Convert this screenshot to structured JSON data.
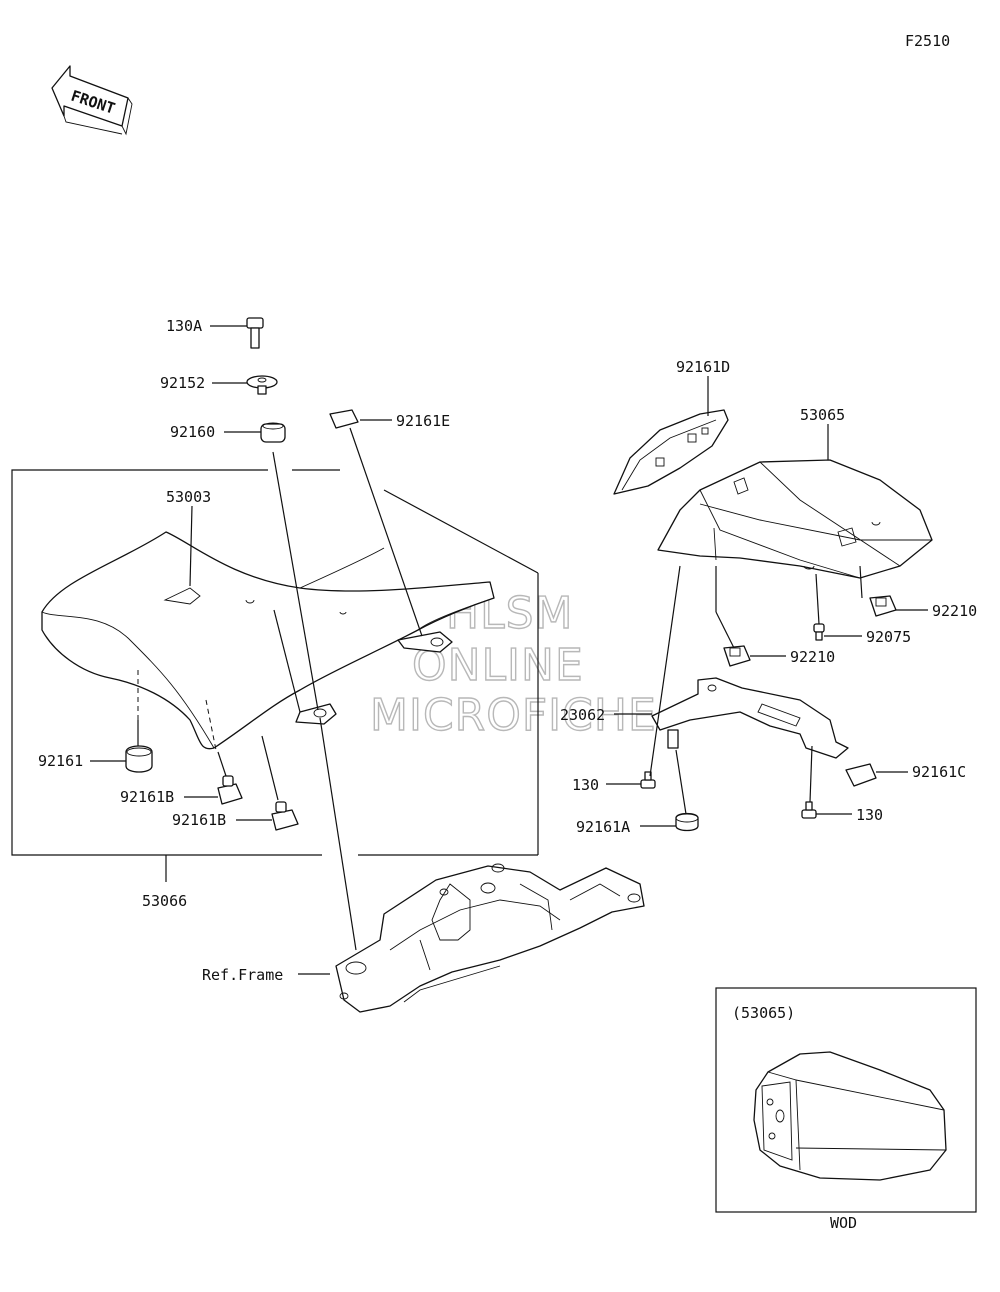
{
  "figure_code": "F2510",
  "front_label": "FRONT",
  "labels": {
    "p130A": "130A",
    "p92152": "92152",
    "p92160": "92160",
    "p92161E": "92161E",
    "p53003": "53003",
    "p92161": "92161",
    "p92161B_1": "92161B",
    "p92161B_2": "92161B",
    "p53066": "53066",
    "ref_frame": "Ref.Frame",
    "p92161D": "92161D",
    "p53065": "53065",
    "p92210_1": "92210",
    "p92075": "92075",
    "p92210_2": "92210",
    "p23062": "23062",
    "p92161C": "92161C",
    "p130_1": "130",
    "p130_2": "130",
    "p92161A": "92161A"
  },
  "inset": {
    "title": "(53065)",
    "caption": "WOD"
  },
  "watermark": [
    "HLSM",
    "ONLINE",
    "MICROFICHE"
  ]
}
